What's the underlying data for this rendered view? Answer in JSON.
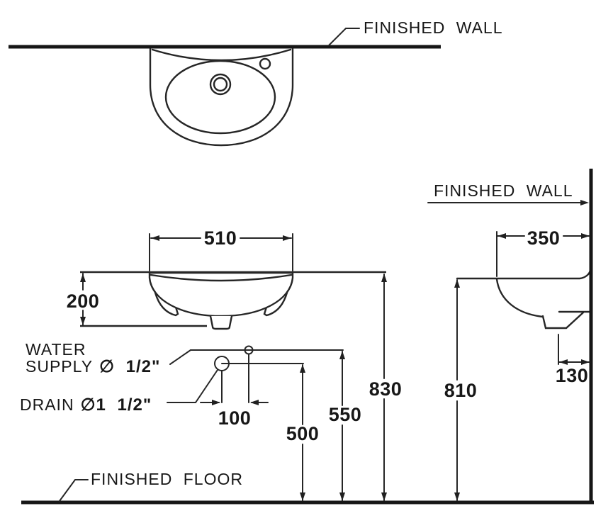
{
  "diagram": {
    "title": "wall-hung wash basin installation dimensions",
    "labels": {
      "finished_wall_top": "FINISHED WALL",
      "finished_wall_side": "FINISHED WALL",
      "finished_floor": "FINISHED FLOOR",
      "water_supply_line1": "WATER",
      "water_supply_line2": "SUPPLY",
      "water_supply_size": "∅ 1/2\"",
      "drain_label": "DRAIN",
      "drain_size": "∅1 1/2\""
    },
    "dimensions_mm": {
      "basin_width": "510",
      "basin_front_depth": "200",
      "rim_height": "830",
      "supply_height": "550",
      "drain_height": "500",
      "supply_drain_offset": "100",
      "side_projection": "350",
      "side_rim_height": "810",
      "outlet_wall_offset": "130"
    },
    "colors": {
      "line": "#262626",
      "heavy_line": "#161616",
      "background": "#ffffff"
    }
  }
}
